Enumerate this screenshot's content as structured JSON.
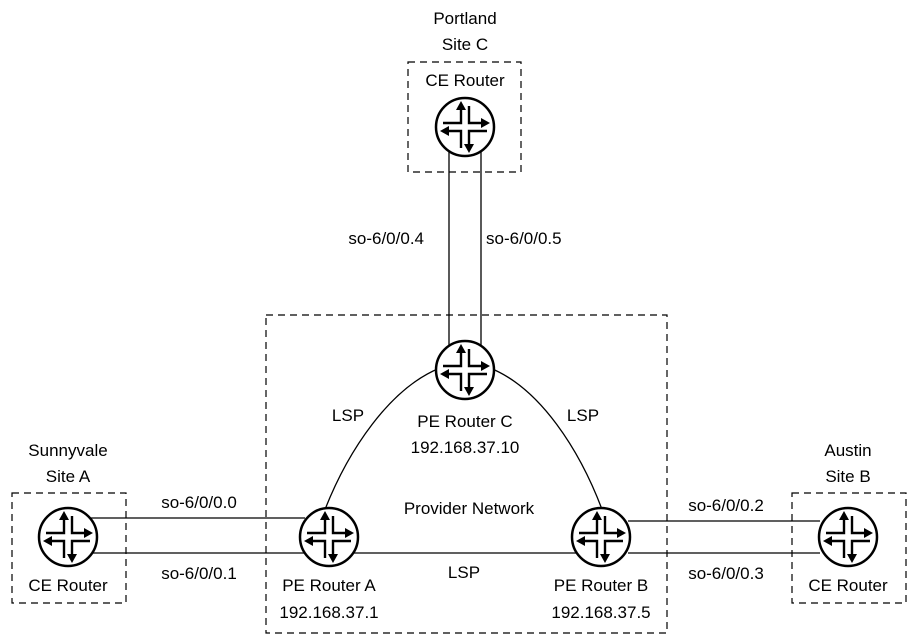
{
  "colors": {
    "line": "#000000",
    "background": "#ffffff"
  },
  "sites": {
    "portland": {
      "city": "Portland",
      "site": "Site C",
      "router": "CE Router"
    },
    "sunnyvale": {
      "city": "Sunnyvale",
      "site": "Site A",
      "router": "CE Router"
    },
    "austin": {
      "city": "Austin",
      "site": "Site B",
      "router": "CE Router"
    }
  },
  "provider": {
    "label": "Provider Network",
    "pe_a": {
      "name": "PE Router A",
      "ip": "192.168.37.1"
    },
    "pe_b": {
      "name": "PE Router B",
      "ip": "192.168.37.5"
    },
    "pe_c": {
      "name": "PE Router C",
      "ip": "192.168.37.10"
    },
    "lsp_labels": [
      "LSP",
      "LSP",
      "LSP"
    ]
  },
  "interfaces": {
    "c_left": "so-6/0/0.4",
    "c_right": "so-6/0/0.5",
    "a_top": "so-6/0/0.0",
    "a_bottom": "so-6/0/0.1",
    "b_top": "so-6/0/0.2",
    "b_bottom": "so-6/0/0.3"
  },
  "icons": {
    "router": "router-icon"
  }
}
